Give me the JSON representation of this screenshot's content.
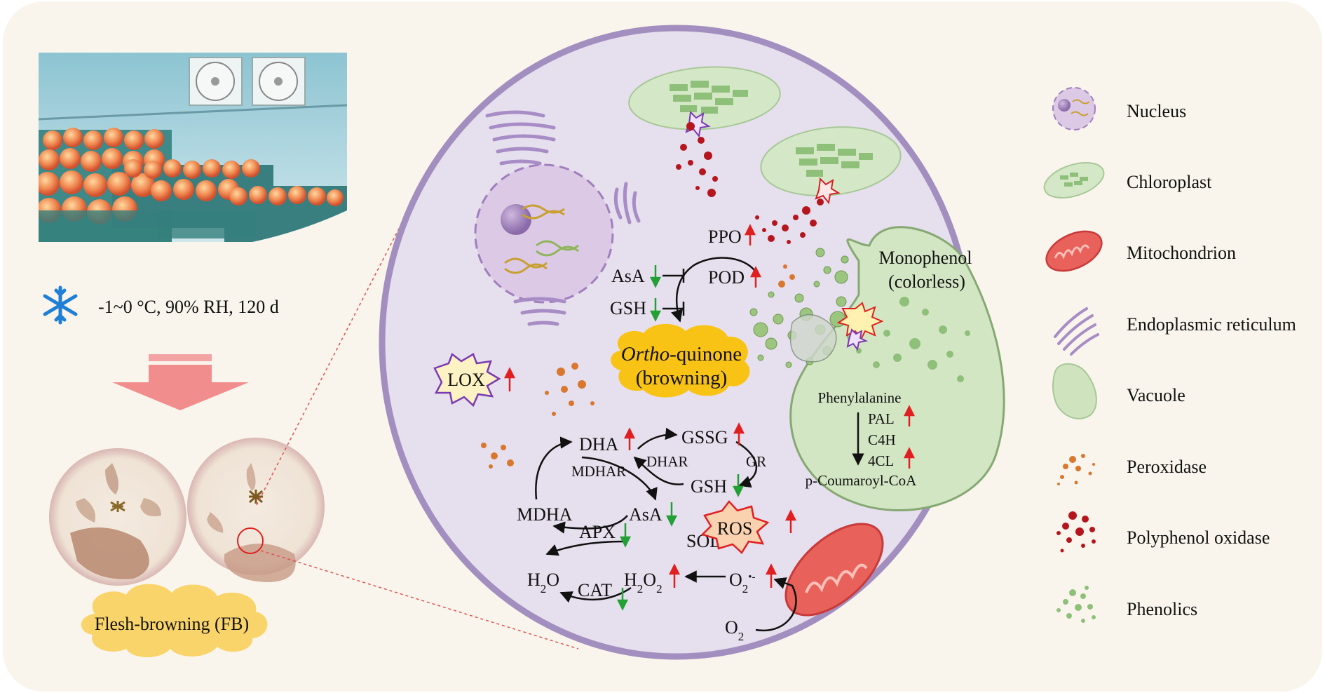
{
  "storage_condition": "-1~0 °C, 90% RH, 120 d",
  "symptom_label": "Flesh-browning (FB)",
  "legend": {
    "nucleus": "Nucleus",
    "chloroplast": "Chloroplast",
    "mitochondrion": "Mitochondrion",
    "er": "Endoplasmic reticulum",
    "vacuole": "Vacuole",
    "peroxidase": "Peroxidase",
    "ppo": "Polyphenol oxidase",
    "phenolics": "Phenolics"
  },
  "cell": {
    "ppo": "PPO",
    "pod": "POD",
    "asa": "AsA",
    "gsh": "GSH",
    "quinone_italic": "Ortho",
    "quinone_rest": "-quinone",
    "browning": "(browning)",
    "lox": "LOX",
    "monophenol": "Monophenol",
    "colorless": "(colorless)",
    "phenylalanine": "Phenylalanine",
    "pal": "PAL",
    "c4h": "C4H",
    "fourcl": "4CL",
    "coumaroyl": "p-Coumaroyl-CoA",
    "dha": "DHA",
    "gssg": "GSSG",
    "mdhar": "MDHAR",
    "dhar": "DHAR",
    "gr": "GR",
    "gsh2": "GSH",
    "mdha": "MDHA",
    "asa2": "AsA",
    "apx": "APX",
    "ros": "ROS",
    "sod": "SOD",
    "h2o": "H",
    "h2o_sub": "2",
    "h2o_end": "O",
    "cat": "CAT",
    "h2o2": "H",
    "h2o2_sub1": "2",
    "h2o2_mid": "O",
    "h2o2_sub2": "2",
    "o2rad": "O",
    "o2rad_sub": "2",
    "o2rad_sup": "•-",
    "o2": "O",
    "o2_sub": "2"
  },
  "colors": {
    "up_arrow": "#e02020",
    "down_arrow": "#22a035",
    "cell_fill": "#e7e0ee",
    "cell_border": "#9c86b8",
    "vacuole": "#cfe3bf",
    "cloud": "#f8c315",
    "pink_arrow": "#f08a8a"
  }
}
